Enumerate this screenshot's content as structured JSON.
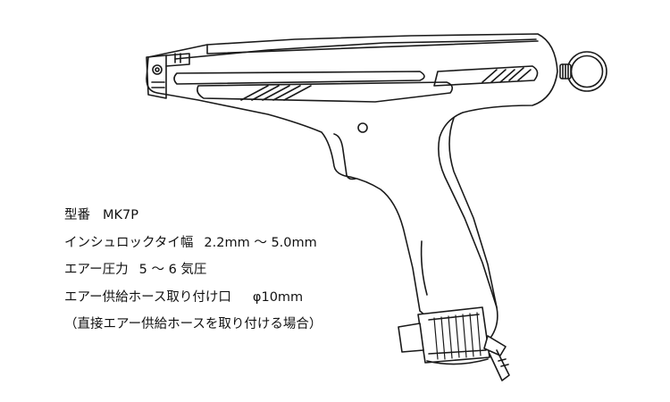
{
  "specs": {
    "model": {
      "label": "型番",
      "value": "MK7P"
    },
    "tie_width": {
      "label": "インシュロックタイ幅",
      "value": "2.2mm ～ 5.0mm"
    },
    "air_pressure": {
      "label": "エアー圧力",
      "value": "5 ～ 6 気圧"
    },
    "air_port": {
      "label": "エアー供給ホース取り付け口",
      "value": "φ10mm"
    },
    "note": "（直接エアー供給ホースを取り付ける場合）"
  },
  "colors": {
    "line": "#1a1a1a",
    "background": "#ffffff"
  },
  "illustration": {
    "subject": "pneumatic-cable-tie-gun"
  }
}
